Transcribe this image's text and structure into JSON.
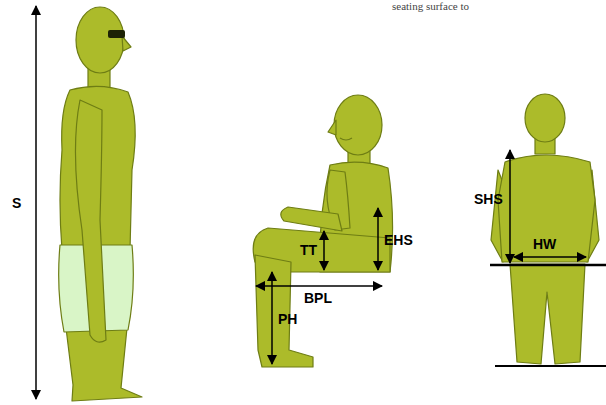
{
  "diagram": {
    "labels": [
      "seating surface to",
      "S",
      "TT",
      "EHS",
      "BPL",
      "PH",
      "SHS",
      "HW"
    ]
  }
}
